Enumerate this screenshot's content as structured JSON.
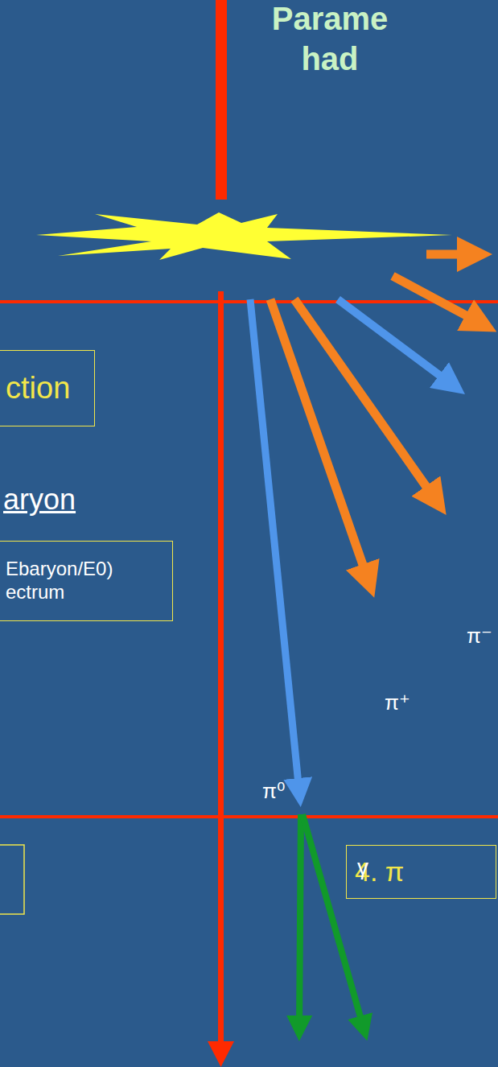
{
  "diagram": {
    "title": "Parame had",
    "nodes": [
      {
        "text": [
          "ction"
        ]
      },
      {
        "text": [
          "Ebaryon/E0) ectrum"
        ]
      },
      {
        "text": [
          "4. π"
        ]
      }
    ],
    "labels": [
      "aryon",
      "π⁻",
      "π⁺",
      "π⁰",
      "γ"
    ]
  }
}
